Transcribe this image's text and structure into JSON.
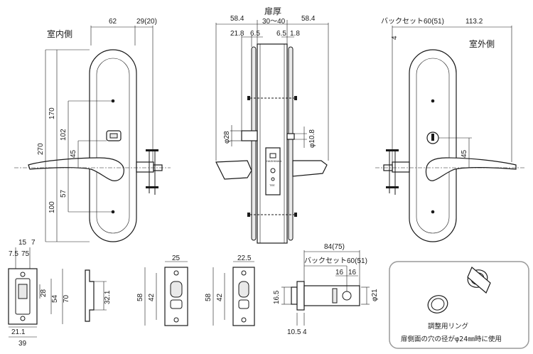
{
  "labels": {
    "room_inside": "室内側",
    "room_outside": "室外側",
    "door_thickness": "扉厚",
    "backset_top": "バックセット60(51)",
    "backset_latch": "バックセット60(51)",
    "ring_title": "調整用リング",
    "ring_note": "扉側面の穴の径がφ24㎜時に使用",
    "brand": "HASHIMAN",
    "made": "TEE"
  },
  "dims": {
    "d62": "62",
    "d29_20": "29(20)",
    "d170": "170",
    "d102": "102",
    "d270": "270",
    "d45_left": "45",
    "d57": "57",
    "d100": "100",
    "d58_4_left": "58.4",
    "d30_40": "30～40",
    "d58_4_right": "58.4",
    "d21_8": "21.8",
    "d6_5_a": "6.5",
    "d6_5_b": "6.5",
    "d1_8": "1.8",
    "d_phi28": "φ28",
    "d_phi10_8": "φ10.8",
    "d4_top": "4",
    "d113_2": "113.2",
    "d45_right": "45",
    "d15": "15",
    "d7": "7",
    "d7_5": "7.5",
    "d75": "75",
    "d28": "28",
    "d54": "54",
    "d70": "70",
    "d21_1": "21.1",
    "d39": "39",
    "d32_1": "32.1",
    "d25": "25",
    "d58_a": "58",
    "d42_a": "42",
    "d22_5": "22.5",
    "d58_b": "58",
    "d42_b": "42",
    "d84_75": "84(75)",
    "d16_5": "16.5",
    "d16_a": "16",
    "d16_b": "16",
    "d_phi21": "φ21",
    "d10_5": "10.5",
    "d4_bottom": "4"
  }
}
